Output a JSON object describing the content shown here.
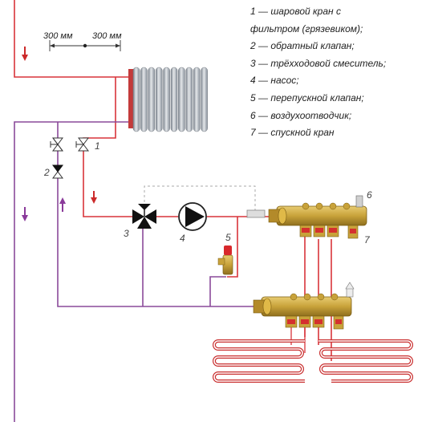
{
  "legend": [
    "1 — шаровой кран с",
    "фильтром (грязевиком);",
    "2 — обратный клапан;",
    "3 — трёхходовой смеситель;",
    "4 — насос;",
    "5  — перепускной клапан;",
    "6 — воздухоотводчик;",
    "7 — спускной кран"
  ],
  "dimensions": {
    "left": "300 мм",
    "right": "300 мм"
  },
  "callouts": [
    "1",
    "2",
    "3",
    "4",
    "5",
    "6",
    "7"
  ],
  "colors": {
    "supply": "#d9343a",
    "return": "#8a4a9a",
    "brass": "#c8a23a",
    "radiator": "#9aa2ac",
    "dashed": "#aaaaaa",
    "arrow_supply": "#cc2a2a",
    "arrow_return": "#8a3a9a"
  }
}
